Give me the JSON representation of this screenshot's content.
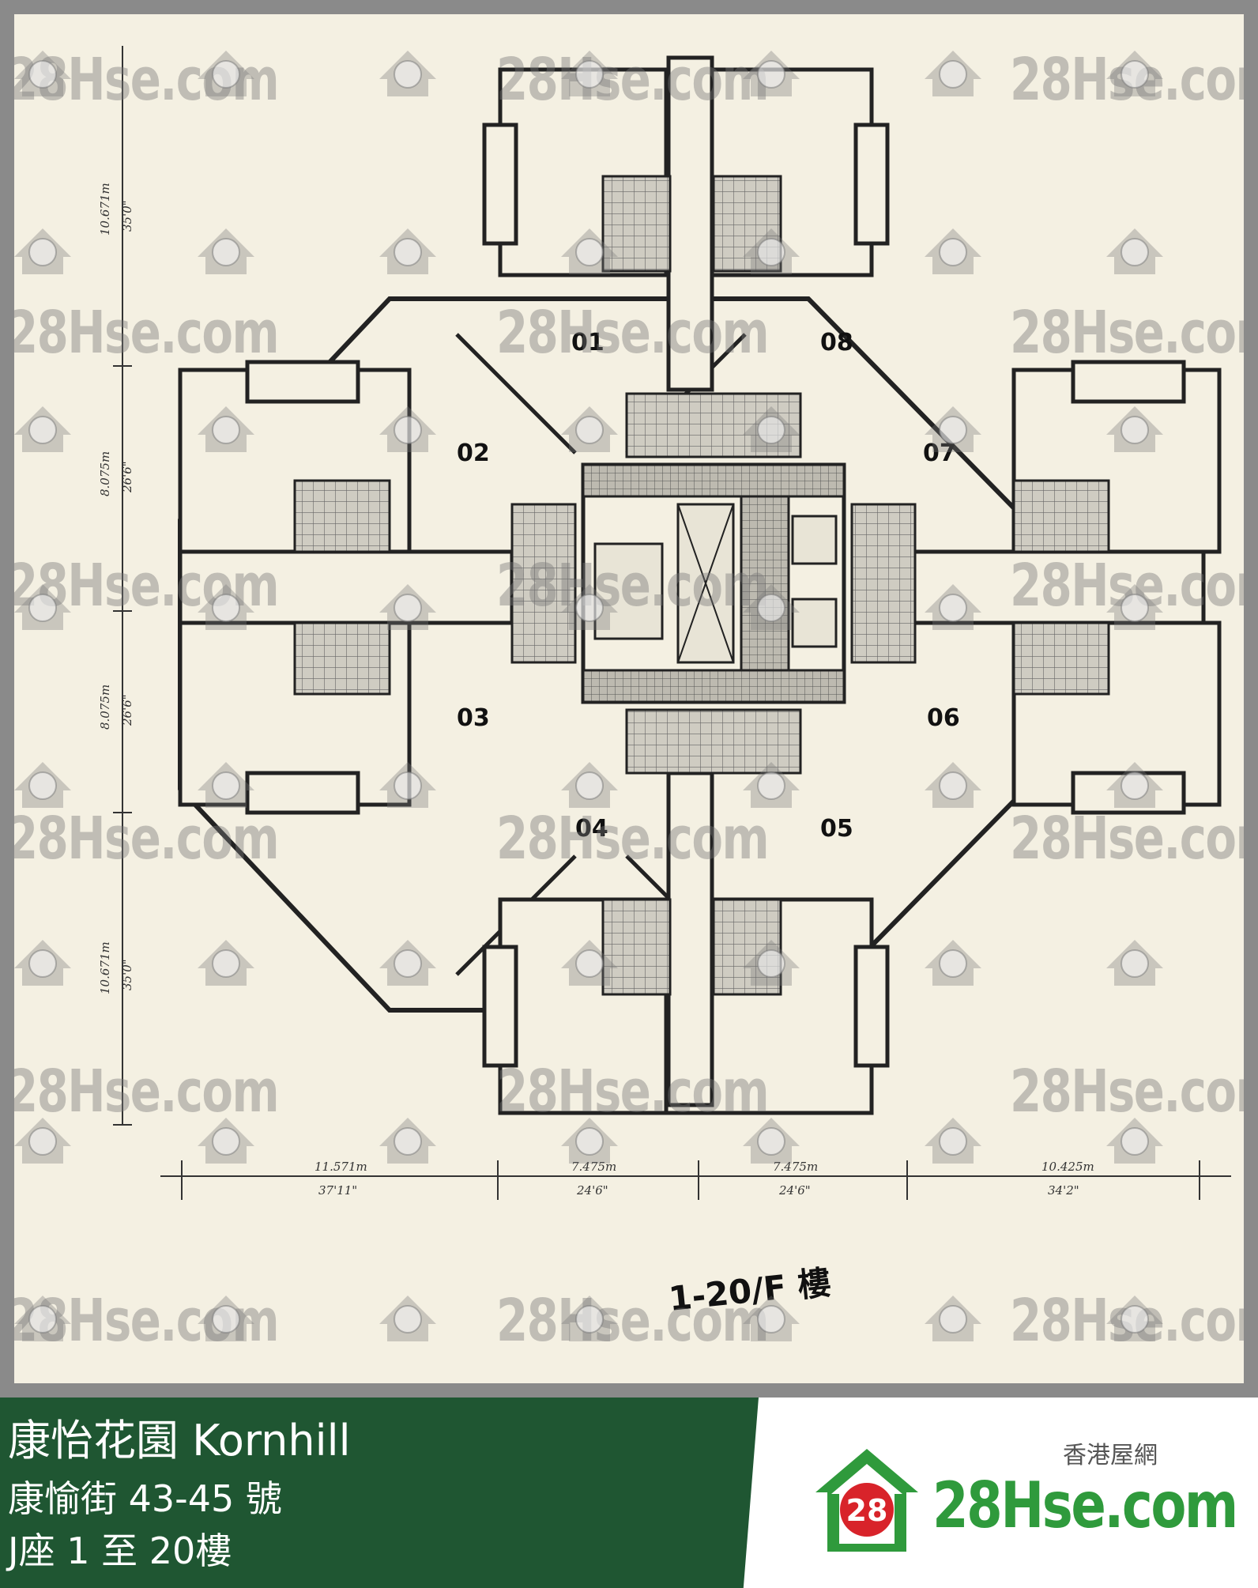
{
  "plan": {
    "floor_label": "1-20/F 樓",
    "units": [
      "01",
      "02",
      "03",
      "04",
      "05",
      "06",
      "07",
      "08"
    ],
    "vertical_dims": [
      {
        "metric": "10.671m",
        "imperial": "35'0\""
      },
      {
        "metric": "8.075m",
        "imperial": "26'6\""
      },
      {
        "metric": "8.075m",
        "imperial": "26'6\""
      },
      {
        "metric": "10.671m",
        "imperial": "35'0\""
      }
    ],
    "horizontal_dims": [
      {
        "metric": "11.571m",
        "imperial": "37'11\""
      },
      {
        "metric": "7.475m",
        "imperial": "24'6\""
      },
      {
        "metric": "7.475m",
        "imperial": "24'6\""
      },
      {
        "metric": "10.425m",
        "imperial": "34'2\""
      }
    ]
  },
  "watermark": {
    "text": "28Hse.com",
    "badge": "28"
  },
  "footer": {
    "title": "康怡花園 Kornhill",
    "address": "康愉街 43-45 號",
    "block": "J座 1 至 20樓"
  },
  "brand": {
    "tagline": "香港屋網",
    "name": "28Hse.com",
    "badge": "28"
  },
  "colors": {
    "footer_green": "#1f5632",
    "brand_green": "#2f9a3c",
    "badge_red": "#d8232a"
  }
}
